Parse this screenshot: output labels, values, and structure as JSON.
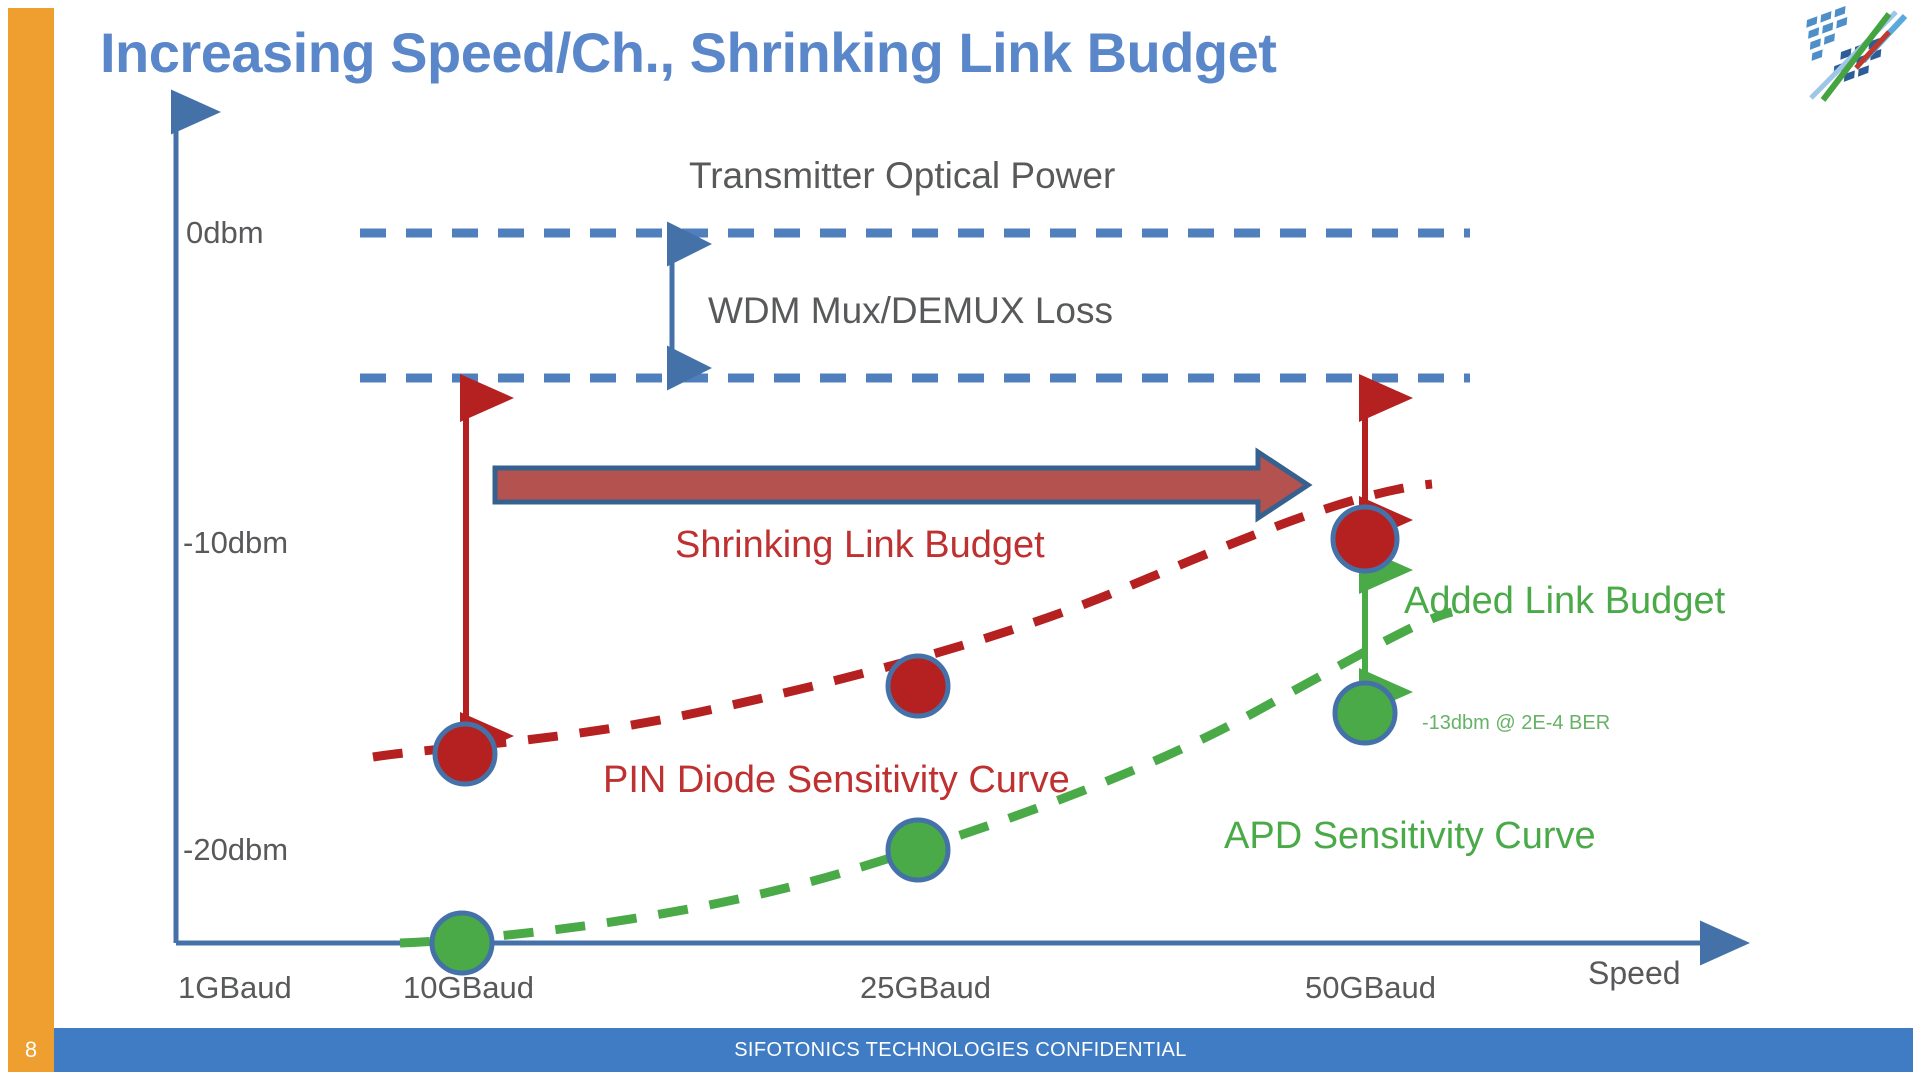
{
  "slide": {
    "title": "Increasing Speed/Ch., Shrinking Link Budget",
    "page_number": "8",
    "footer": "SIFOTONICS TECHNOLOGIES  CONFIDENTIAL",
    "accent_orange": "#ee9f30",
    "accent_blue": "#3f7cc4",
    "title_color": "#5a87c9",
    "logo_name": "sifotonics-logo"
  },
  "chart_data": {
    "type": "line",
    "title": "Increasing Speed/Ch., Shrinking Link Budget",
    "xlabel": "Speed",
    "ylabel": "",
    "grid": false,
    "legend": "inline-annotations",
    "categories": [
      "1GBaud",
      "10GBaud",
      "25GBaud",
      "50GBaud"
    ],
    "x_tick_labels": [
      "1GBaud",
      "10GBaud",
      "25GBaud",
      "50GBaud"
    ],
    "y_tick_labels": [
      "0dbm",
      "-10dbm",
      "-20dbm"
    ],
    "y_tick_values": [
      0,
      -10,
      -20
    ],
    "ylim": [
      -24,
      4
    ],
    "series": [
      {
        "name": "PIN Diode Sensitivity Curve",
        "color": "#b52020",
        "style": "dashed",
        "x": [
          "10GBaud",
          "25GBaud",
          "50GBaud"
        ],
        "values": [
          -17.2,
          -14.5,
          -10.2
        ],
        "marker": "circle-red"
      },
      {
        "name": "APD Sensitivity Curve",
        "color": "#4aaa48",
        "style": "dashed",
        "x": [
          "10GBaud",
          "25GBaud",
          "50GBaud"
        ],
        "values": [
          -23.5,
          -20.1,
          -13.0
        ],
        "marker": "circle-green"
      }
    ],
    "reference_lines": [
      {
        "name": "Transmitter Optical Power",
        "value": 0,
        "color": "#5a87c9",
        "style": "dashed"
      },
      {
        "name": "After WDM Mux/DEMUX Loss",
        "value": -4.2,
        "color": "#5a87c9",
        "style": "dashed"
      }
    ],
    "annotations": [
      {
        "id": "tx-power",
        "text": "Transmitter Optical Power",
        "color": "#58595b"
      },
      {
        "id": "wdm-loss",
        "text": "WDM Mux/DEMUX Loss",
        "color": "#58595b"
      },
      {
        "id": "shrinking-link-budget",
        "text": "Shrinking Link Budget",
        "color": "#bf3030"
      },
      {
        "id": "pin-curve-label",
        "text": "PIN Diode Sensitivity Curve",
        "color": "#bf3030"
      },
      {
        "id": "added-link-budget",
        "text": "Added Link Budget",
        "color": "#4aaa48"
      },
      {
        "id": "apd-curve-label",
        "text": "APD Sensitivity Curve",
        "color": "#4aaa48"
      },
      {
        "id": "apd-sensitivity-value",
        "text": "-13dbm @ 2E-4 BER",
        "color": "#66b266"
      },
      {
        "id": "x-axis-title",
        "text": "Speed",
        "color": "#58595b"
      }
    ],
    "arrows": [
      {
        "id": "wdm-loss-arrow",
        "color": "#4472a8",
        "direction": "vertical-double"
      },
      {
        "id": "link-budget-10g-arrow",
        "color": "#b52020",
        "direction": "vertical-double"
      },
      {
        "id": "link-budget-50g-arrow",
        "color": "#b52020",
        "direction": "vertical-double"
      },
      {
        "id": "added-budget-arrow",
        "color": "#4aaa48",
        "direction": "vertical-double"
      },
      {
        "id": "trend-arrow",
        "color": "#b4524f",
        "direction": "right"
      }
    ]
  }
}
